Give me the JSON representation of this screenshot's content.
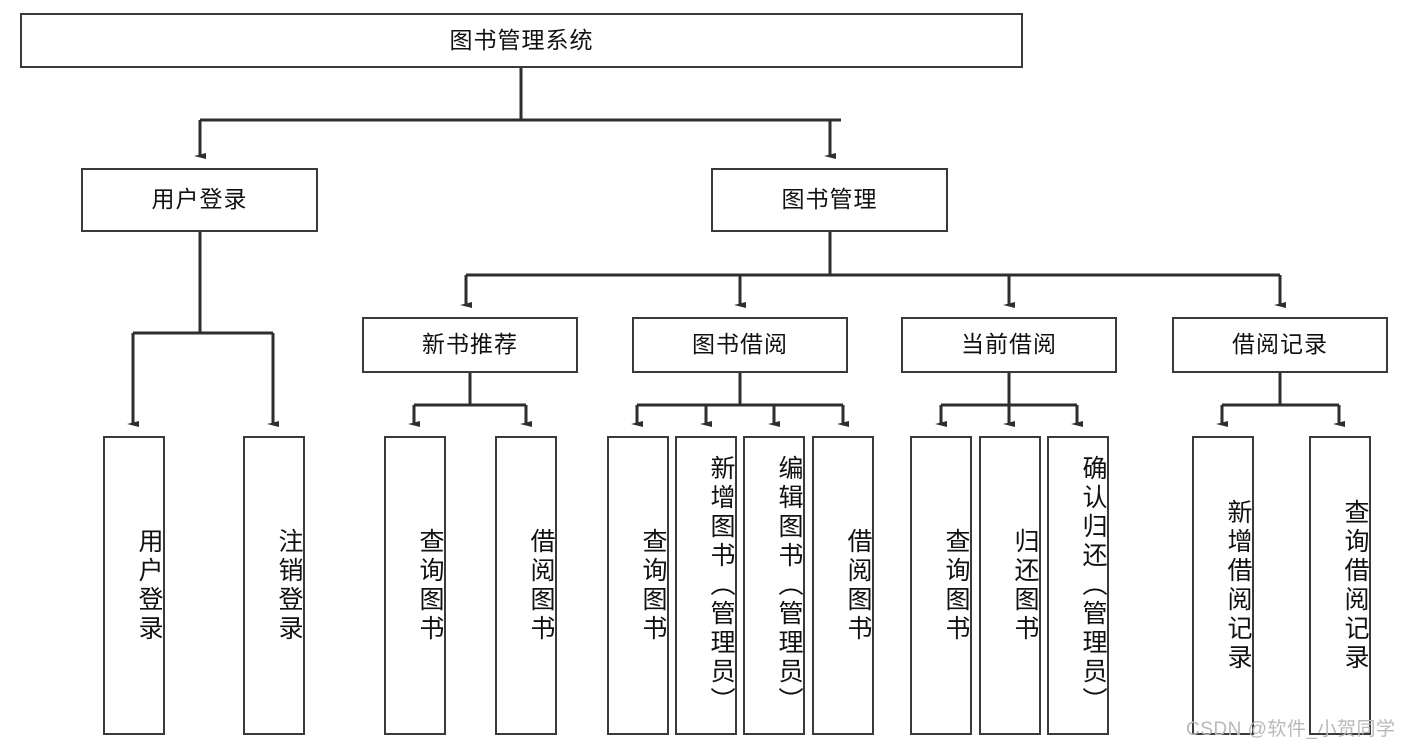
{
  "diagram": {
    "type": "tree",
    "title_node": {
      "label": "图书管理系统"
    },
    "level2": [
      {
        "label": "用户登录"
      },
      {
        "label": "图书管理"
      }
    ],
    "level3": [
      {
        "label": "新书推荐"
      },
      {
        "label": "图书借阅"
      },
      {
        "label": "当前借阅"
      },
      {
        "label": "借阅记录"
      }
    ],
    "leaves": {
      "user_login": [
        {
          "label": "用户登录"
        },
        {
          "label": "注销登录"
        }
      ],
      "new_book_recommend": [
        {
          "label": "查询图书"
        },
        {
          "label": "借阅图书"
        }
      ],
      "book_borrow": [
        {
          "label": "查询图书"
        },
        {
          "label": "新增图书（管理员）"
        },
        {
          "label": "编辑图书（管理员）"
        },
        {
          "label": "借阅图书"
        }
      ],
      "current_borrow": [
        {
          "label": "查询图书"
        },
        {
          "label": "归还图书"
        },
        {
          "label": "确认归还（管理员）"
        }
      ],
      "borrow_record": [
        {
          "label": "新增借阅记录"
        },
        {
          "label": "查询借阅记录"
        }
      ]
    },
    "watermark": "CSDN @软件_小贺同学",
    "colors": {
      "border": "#3a3a3a",
      "text": "#111111",
      "background": "#ffffff",
      "watermark": "#b9b9b9"
    }
  }
}
